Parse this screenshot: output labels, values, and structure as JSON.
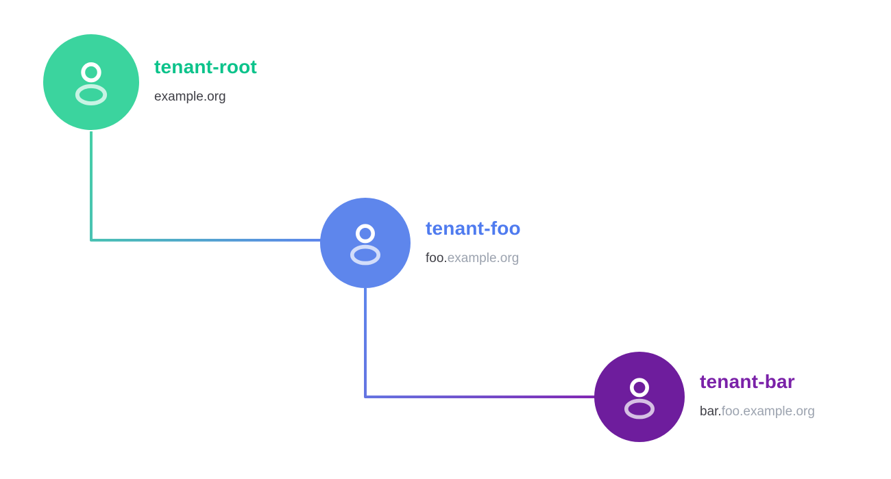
{
  "page": {
    "background": "#ffffff"
  },
  "diagram": {
    "type": "tenant-hierarchy",
    "nodes": [
      {
        "id": "tenant-root",
        "label": "tenant-root",
        "domain_own": "example.org",
        "domain_parent": "",
        "circle_color": "#3bd49e",
        "label_color": "#0cc38b",
        "icon": "user-icon"
      },
      {
        "id": "tenant-foo",
        "label": "tenant-foo",
        "domain_own": "foo.",
        "domain_parent": "example.org",
        "circle_color": "#5e86ec",
        "label_color": "#4f7bef",
        "icon": "user-icon"
      },
      {
        "id": "tenant-bar",
        "label": "tenant-bar",
        "domain_own": "bar.",
        "domain_parent": "foo.example.org",
        "circle_color": "#6e1d9d",
        "label_color": "#7a21a8",
        "icon": "user-icon"
      }
    ],
    "connectors": [
      {
        "from": "tenant-root",
        "to": "tenant-foo",
        "color_start": "#45cfa6",
        "color_end": "#5e86ec"
      },
      {
        "from": "tenant-foo",
        "to": "tenant-bar",
        "color_start": "#5e86ec",
        "color_end": "#8127b3"
      }
    ]
  }
}
